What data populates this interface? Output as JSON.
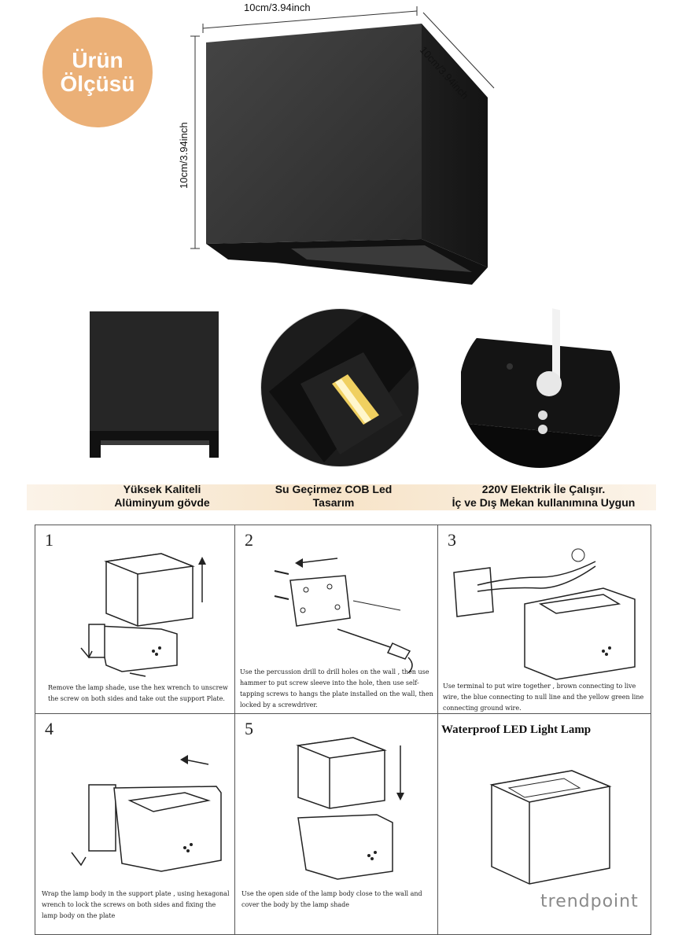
{
  "badge": {
    "line1": "Ürün",
    "line2": "Ölçüsü",
    "color": "#ebb077"
  },
  "dimensions": {
    "width": "10cm/3.94inch",
    "depth": "10cm/3.94inch",
    "height": "10cm/3.94inch"
  },
  "features": [
    {
      "line1": "Yüksek Kaliteli",
      "line2": "Alüminyum gövde"
    },
    {
      "line1": "Su Geçirmez COB Led",
      "line2": "Tasarım"
    },
    {
      "line1": "220V Elektrik İle Çalışır.",
      "line2": "İç ve Dış Mekan kullanımına Uygun"
    }
  ],
  "steps": [
    {
      "num": "1",
      "text": "Remove the lamp shade, use the hex wrench to unscrew the screw on both sides and take  out the support Plate."
    },
    {
      "num": "2",
      "text": "Use the percussion drill to drill holes on the wall , then use hammer to put screw sleeve into the hole, then use self-tapping screws to hangs the plate installed on the wall, then locked by a screwdriver."
    },
    {
      "num": "3",
      "text": "Use terminal to put wire together , brown connecting to live wire, the blue connecting to null line and the yellow green line connecting ground wire."
    },
    {
      "num": "4",
      "text": "Wrap the lamp body in the support plate , using hexagonal wrench to lock the screws on both sides and fixing the lamp body on the plate"
    },
    {
      "num": "5",
      "text": "Use the open side of the lamp body close to the wall and cover the body by the lamp shade"
    }
  ],
  "waterproof_title": "Waterproof LED Light Lamp",
  "brand": "trendpoint",
  "colors": {
    "lamp_body": "#2a2a2a",
    "led": "#f0d060",
    "band": "#f7e4c9"
  }
}
